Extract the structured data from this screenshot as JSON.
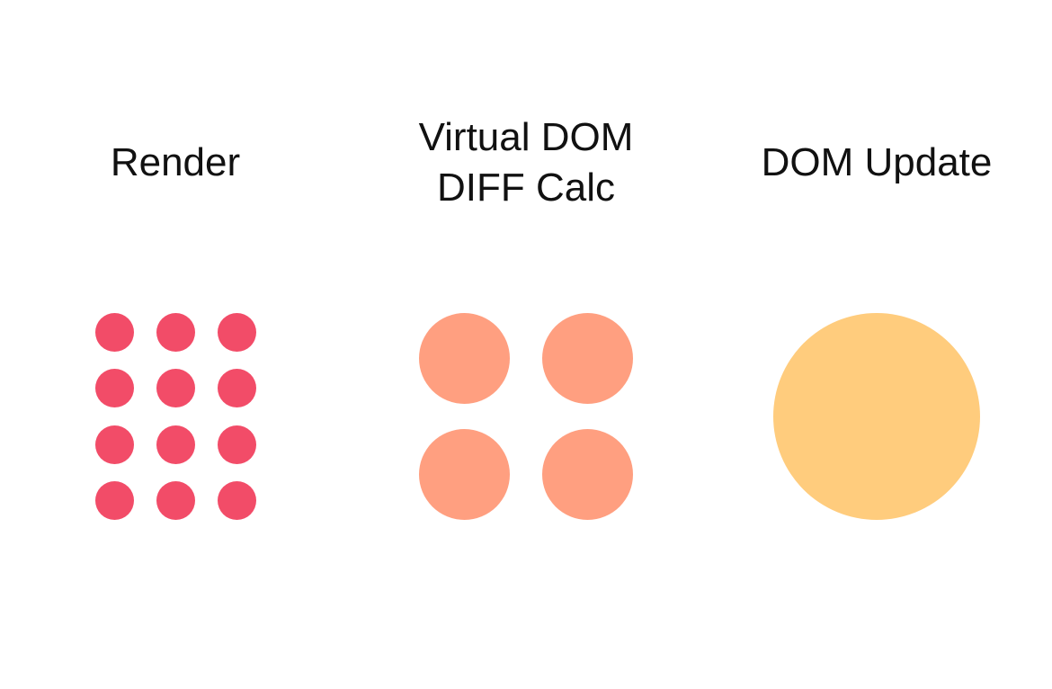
{
  "stages": [
    {
      "id": "render",
      "title_lines": [
        "Render"
      ],
      "dot_rows": 4,
      "dot_cols": 3,
      "color": "#F24C68"
    },
    {
      "id": "virtual-dom-diff",
      "title_lines": [
        "Virtual DOM",
        "DIFF Calc"
      ],
      "dot_rows": 2,
      "dot_cols": 2,
      "color": "#FF9F80"
    },
    {
      "id": "dom-update",
      "title_lines": [
        "DOM Update"
      ],
      "dot_rows": 1,
      "dot_cols": 1,
      "color": "#FFCC7D"
    }
  ]
}
